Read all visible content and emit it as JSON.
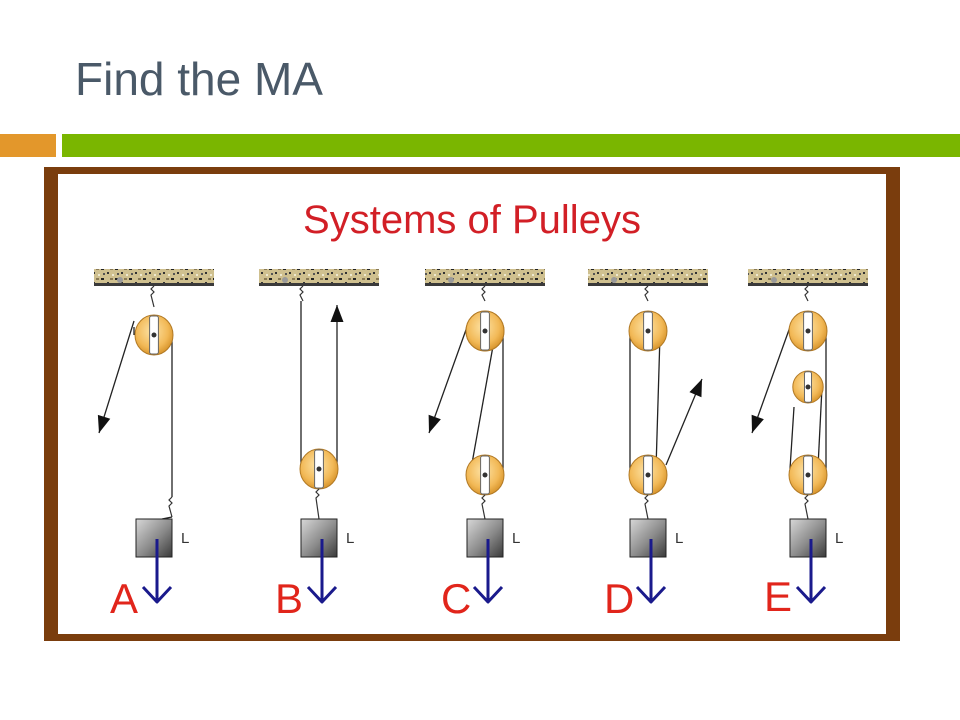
{
  "slide": {
    "title": "Find the MA"
  },
  "diagram": {
    "title": "Systems of Pulleys",
    "load_label": "L",
    "systems": [
      "A",
      "B",
      "C",
      "D",
      "E"
    ]
  }
}
